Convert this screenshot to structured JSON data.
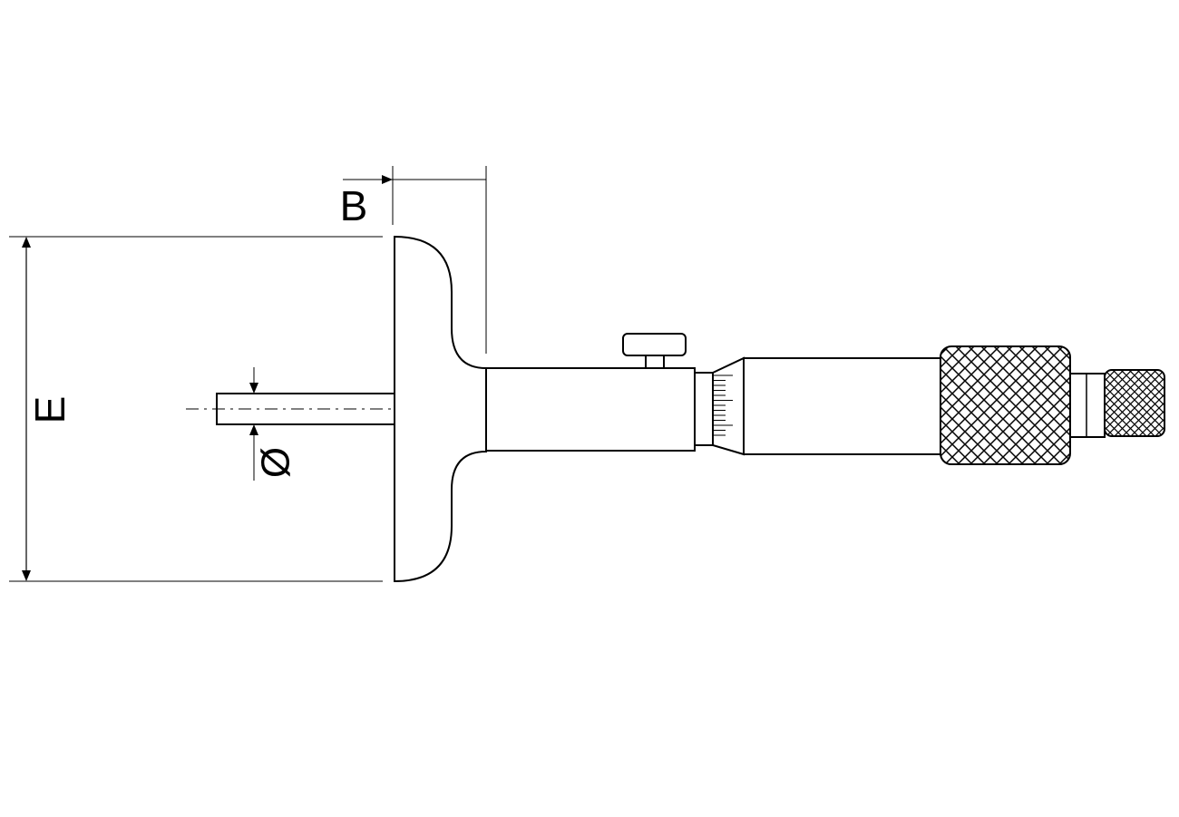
{
  "labels": {
    "dim_b": "B",
    "dim_e": "E",
    "dim_diameter": "Ø"
  },
  "colors": {
    "line": "#000000",
    "background": "#ffffff"
  }
}
